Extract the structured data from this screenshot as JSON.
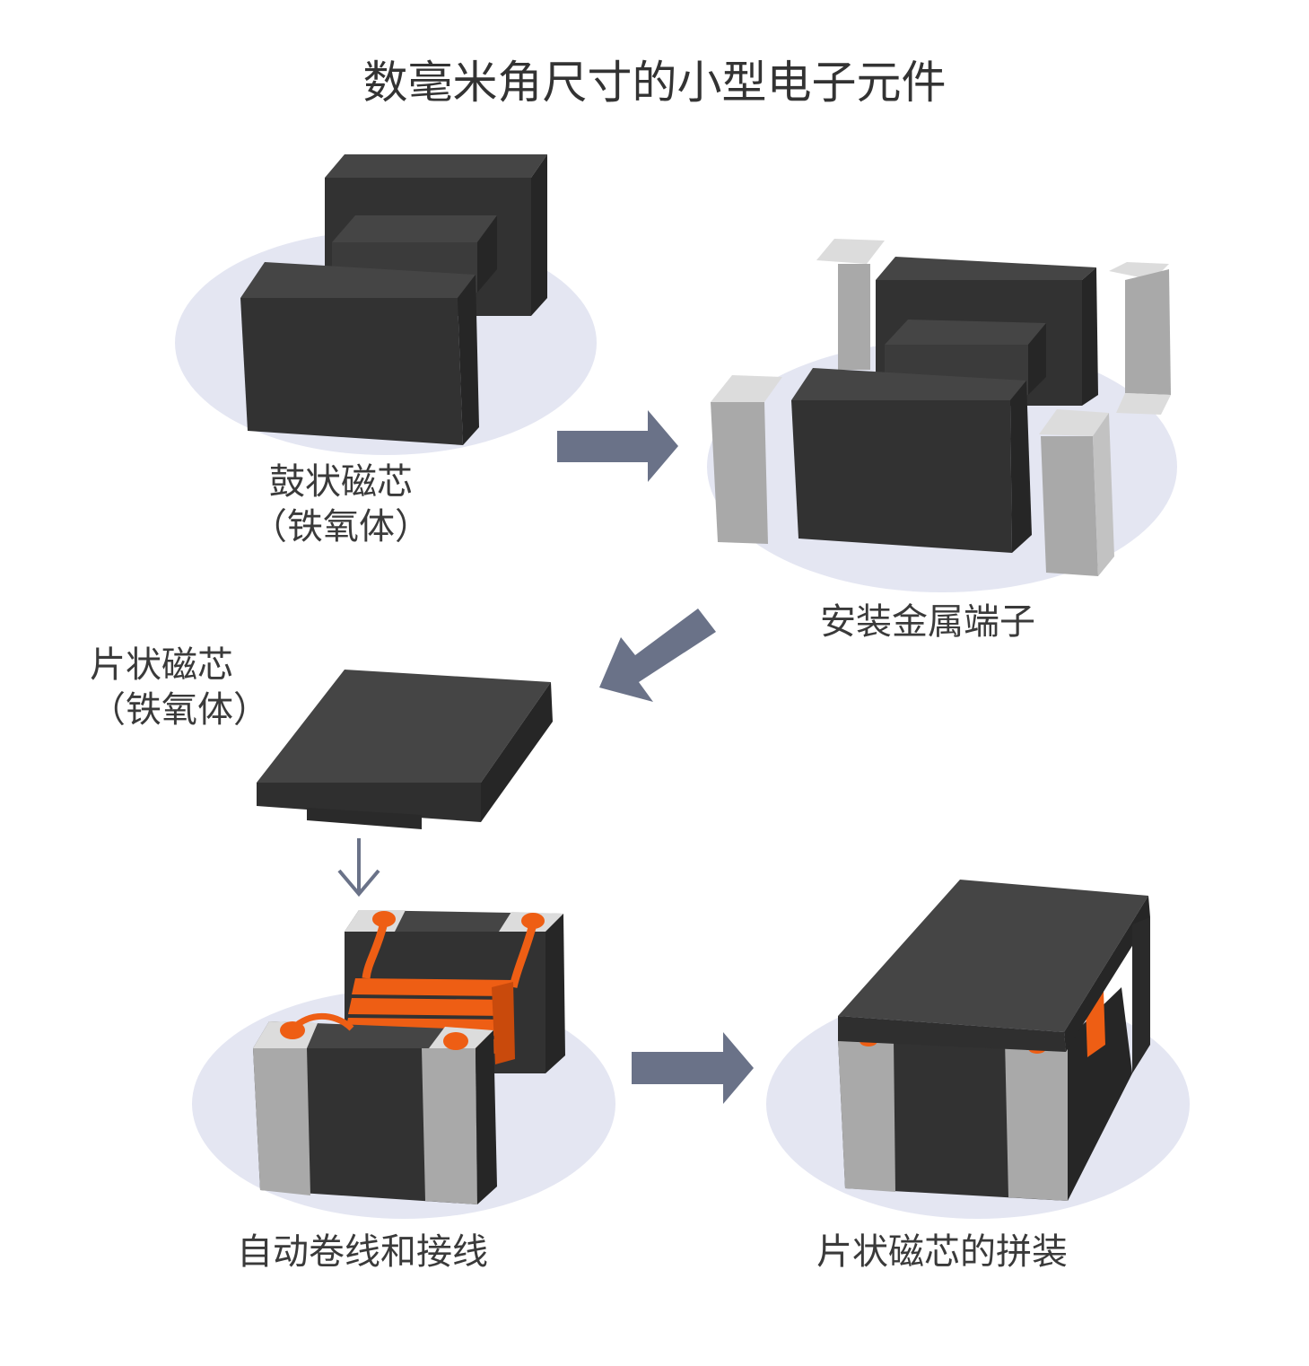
{
  "title": "数毫米角尺寸的小型电子元件",
  "steps": [
    {
      "name": "drum-core",
      "label_line1": "鼓状磁芯",
      "label_line2": "（铁氧体）"
    },
    {
      "name": "terminals",
      "label_line1": "安装金属端子"
    },
    {
      "name": "plate-core",
      "label_line1": "片状磁芯",
      "label_line2": "（铁氧体）"
    },
    {
      "name": "winding",
      "label_line1": "自动卷线和接线"
    },
    {
      "name": "assembly",
      "label_line1": "片状磁芯的拼装"
    }
  ],
  "colors": {
    "core_dark": "#323232",
    "core_top": "#454545",
    "terminal": "#a9a9a9",
    "terminal_light": "#dcdcdc",
    "copper": "#ee5e14",
    "arrow": "#6a7288",
    "base_ellipse": "#e4e6f2"
  }
}
